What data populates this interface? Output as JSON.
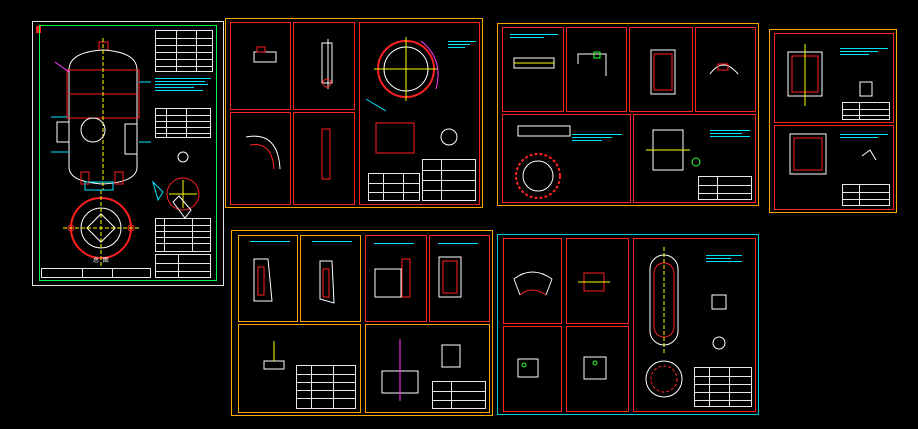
{
  "window": {
    "title": "",
    "background": "#000000"
  },
  "colors": {
    "sheet_green": "#00ff40",
    "sheet_orange": "#ffa500",
    "sheet_cyan": "#00c8d8",
    "cell_red": "#ff2020",
    "ink_cyan": "#00e5ff",
    "ink_yellow": "#ffff00",
    "ink_white": "#ffffff",
    "ink_magenta": "#ff40ff",
    "ink_green": "#30ff30"
  },
  "sheets": [
    {
      "name": "main-assembly-drawing",
      "title_label": "总 图"
    },
    {
      "name": "part-drawings-sheet-a"
    },
    {
      "name": "part-drawings-sheet-b"
    },
    {
      "name": "part-drawings-sheet-c"
    },
    {
      "name": "part-drawings-sheet-d"
    },
    {
      "name": "part-drawings-sheet-e"
    }
  ]
}
